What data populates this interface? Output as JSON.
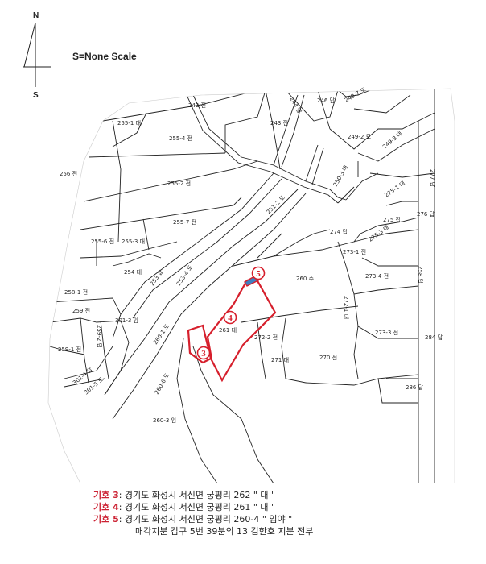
{
  "north": {
    "n_label": "N",
    "s_label": "S"
  },
  "scale_text": "S=None Scale",
  "lots": [
    {
      "id": "242",
      "text": "242 전"
    },
    {
      "id": "244",
      "text": "244 답"
    },
    {
      "id": "246",
      "text": "246 답"
    },
    {
      "id": "249-7",
      "text": "249-7 도"
    },
    {
      "id": "243",
      "text": "243 전"
    },
    {
      "id": "255-1",
      "text": "255-1 대"
    },
    {
      "id": "255-4",
      "text": "255-4 전"
    },
    {
      "id": "249-2",
      "text": "249-2 도"
    },
    {
      "id": "249-3",
      "text": "249-3 대"
    },
    {
      "id": "256",
      "text": "256 전"
    },
    {
      "id": "255-2",
      "text": "255-2 전"
    },
    {
      "id": "250-3",
      "text": "250-3 대"
    },
    {
      "id": "275-1",
      "text": "275-1 대"
    },
    {
      "id": "277",
      "text": "277 답"
    },
    {
      "id": "251-2",
      "text": "251-2 도"
    },
    {
      "id": "255-7",
      "text": "255-7 전"
    },
    {
      "id": "275",
      "text": "275 잡"
    },
    {
      "id": "276",
      "text": "276 답"
    },
    {
      "id": "274",
      "text": "274 답"
    },
    {
      "id": "275-3",
      "text": "275-3 대"
    },
    {
      "id": "255-6",
      "text": "255-6 전"
    },
    {
      "id": "255-3",
      "text": "255-3 대"
    },
    {
      "id": "273-1",
      "text": "273-1 전"
    },
    {
      "id": "254",
      "text": "254 대"
    },
    {
      "id": "253",
      "text": "253 잡"
    },
    {
      "id": "253-4",
      "text": "253-4 도"
    },
    {
      "id": "258",
      "text": "258 답"
    },
    {
      "id": "260",
      "text": "260 주"
    },
    {
      "id": "273-4",
      "text": "273-4 전"
    },
    {
      "id": "258-1",
      "text": "258-1 전"
    },
    {
      "id": "259",
      "text": "259 전"
    },
    {
      "id": "301-3",
      "text": "301-3 임"
    },
    {
      "id": "260-1",
      "text": "260-1 도"
    },
    {
      "id": "261",
      "text": "261 대"
    },
    {
      "id": "272-1",
      "text": "272-1 대"
    },
    {
      "id": "259-2",
      "text": "259-2 답"
    },
    {
      "id": "273-3",
      "text": "273-3 전"
    },
    {
      "id": "284",
      "text": "284 답"
    },
    {
      "id": "259-1",
      "text": "259-1 전"
    },
    {
      "id": "272-2",
      "text": "272-2 전"
    },
    {
      "id": "271",
      "text": "271 대"
    },
    {
      "id": "270",
      "text": "270 전"
    },
    {
      "id": "301-4",
      "text": "301-4 답"
    },
    {
      "id": "301-5",
      "text": "301-5 도"
    },
    {
      "id": "260-6",
      "text": "260-6 도"
    },
    {
      "id": "286",
      "text": "286 답"
    },
    {
      "id": "260-3",
      "text": "260-3 임"
    }
  ],
  "markers": [
    {
      "id": "marker-3",
      "text": "3"
    },
    {
      "id": "marker-4",
      "text": "4"
    },
    {
      "id": "marker-5",
      "text": "5"
    }
  ],
  "colors": {
    "boundary": "#d61f2c",
    "marker": "#d61f2c",
    "parcel5_fill": "#3f7fc0",
    "legend_key": "#cc2233"
  },
  "legend": [
    {
      "key": "기호 3",
      "text": ": 경기도 화성시 서신면 궁평리 262 \" 대 \""
    },
    {
      "key": "기호 4",
      "text": ": 경기도 화성시 서신면 궁평리 261 \" 대 \""
    },
    {
      "key": "기호 5",
      "text": ": 경기도 화성시 서신면 궁평리 260-4 \" 임야 \""
    }
  ],
  "legend_note": "매각지분 갑구 5번 39분의 13 김한호 지분 전부"
}
